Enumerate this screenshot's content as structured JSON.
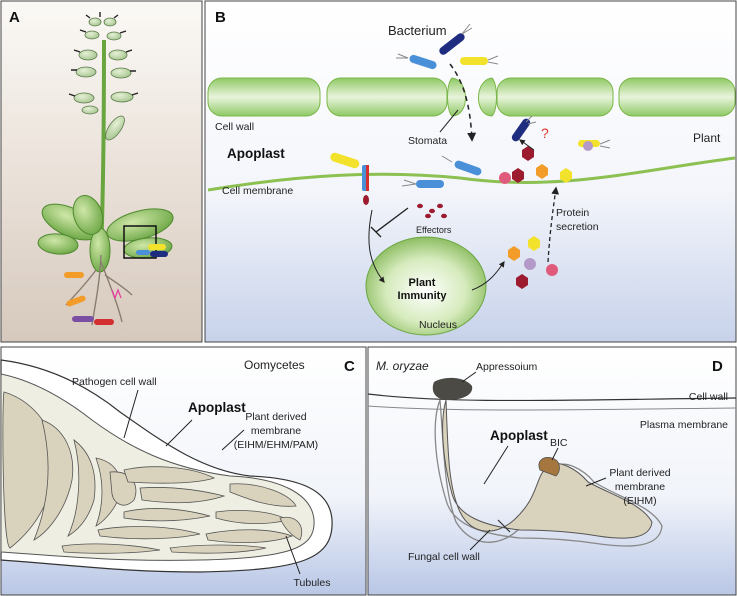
{
  "panels": {
    "a": {
      "letter": "A"
    },
    "b": {
      "letter": "B",
      "bacterium": "Bacterium",
      "cell_wall": "Cell wall",
      "stomata": "Stomata",
      "plant": "Plant",
      "apoplast": "Apoplast",
      "cell_membrane": "Cell membrane",
      "question_mark": "?",
      "effectors": "Effectors",
      "protein_secretion_1": "Protein",
      "protein_secretion_2": "secretion",
      "plant_immunity_1": "Plant",
      "plant_immunity_2": "Immunity",
      "nucleus": "Nucleus"
    },
    "c": {
      "letter": "C",
      "oomycetes": "Oomycetes",
      "pathogen_cell_wall": "Pathogen cell wall",
      "apoplast": "Apoplast",
      "plant_derived_1": "Plant derived",
      "plant_derived_2": "membrane",
      "plant_derived_3": "(EIHM/EHM/PAM)",
      "tubules": "Tubules"
    },
    "d": {
      "letter": "D",
      "organism": "M. oryzae",
      "appressoium": "Appressoium",
      "cell_wall": "Cell wall",
      "plasma_membrane": "Plasma membrane",
      "apoplast": "Apoplast",
      "bic": "BIC",
      "plant_derived_1": "Plant derived",
      "plant_derived_2": "membrane",
      "plant_derived_3": "(EIHM)",
      "fungal_cell_wall": "Fungal cell wall"
    }
  },
  "colors": {
    "leaf_green": "#7ab648",
    "membrane_green": "#8cc152",
    "bacterium_navy": "#1f2d80",
    "bacterium_blue": "#4a90d9",
    "bacterium_yellow": "#f2e22c",
    "effector_red": "#9c1b2e",
    "orange_protein": "#f39c2a",
    "question_red": "#e0352b",
    "fungus_tan": "#d9d2bc"
  }
}
